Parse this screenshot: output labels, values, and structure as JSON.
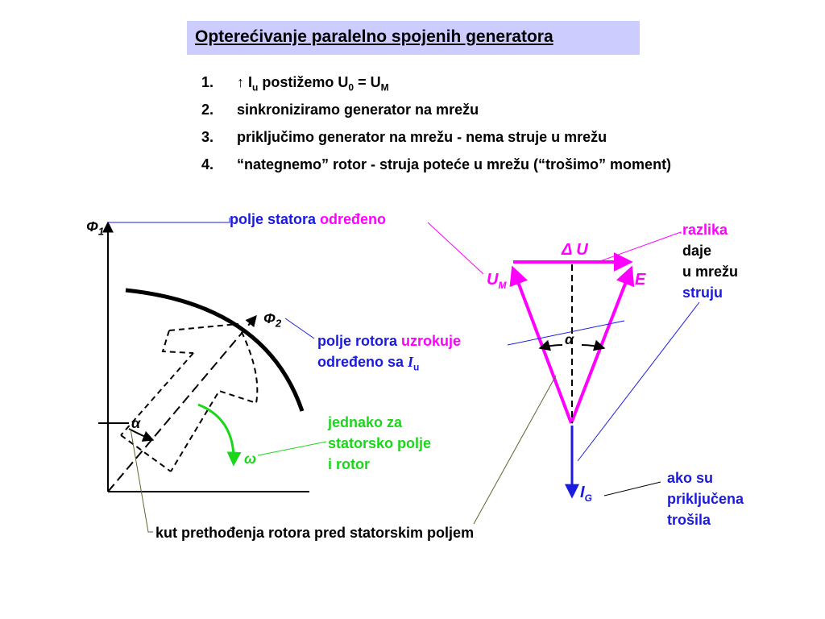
{
  "title": "Opterećivanje paralelno spojenih generatora",
  "steps": [
    {
      "num": "1.",
      "arrow": "↑",
      "parts": [
        "I",
        "u",
        " postižemo U",
        "0",
        " = U",
        "M"
      ]
    },
    {
      "num": "2.",
      "text": "sinkroniziramo generator na mrežu"
    },
    {
      "num": "3.",
      "text": "priključimo generator na mrežu - nema struje u mrežu"
    },
    {
      "num": "4.",
      "text": "“nategnemo” rotor - struja poteće u mrežu (“trošimo” moment)"
    }
  ],
  "annotations": {
    "polje_statora": {
      "a": "polje statora ",
      "b": "određeno"
    },
    "polje_rotora": {
      "a": "polje rotora ",
      "b": "uzrokuje",
      "c": "određeno sa ",
      "d": "I",
      "e": "u"
    },
    "jednako": [
      "jednako za",
      "statorsko polje",
      "i rotor"
    ],
    "razlika": {
      "a": "razlika",
      "b": "daje",
      "c": "u mrežu",
      "d": "struju"
    },
    "ako_su": [
      "ako su",
      "priključena",
      "trošila"
    ],
    "kut": "kut prethođenja rotora pred statorskim poljem"
  },
  "symbols": {
    "phi1": "Φ",
    "phi1_sub": "1",
    "phi2": "Φ",
    "phi2_sub": "2",
    "alpha": "α",
    "omega": "ω",
    "delta_u": "Δ U",
    "um": "U",
    "um_sub": "M",
    "e": "E",
    "ig": "I",
    "ig_sub": "G"
  },
  "colors": {
    "title_bg": "#ccccff",
    "blue": "#1b1be0",
    "magenta": "#ff00ff",
    "green": "#1cd61c",
    "leader_green": "#556b2f"
  }
}
